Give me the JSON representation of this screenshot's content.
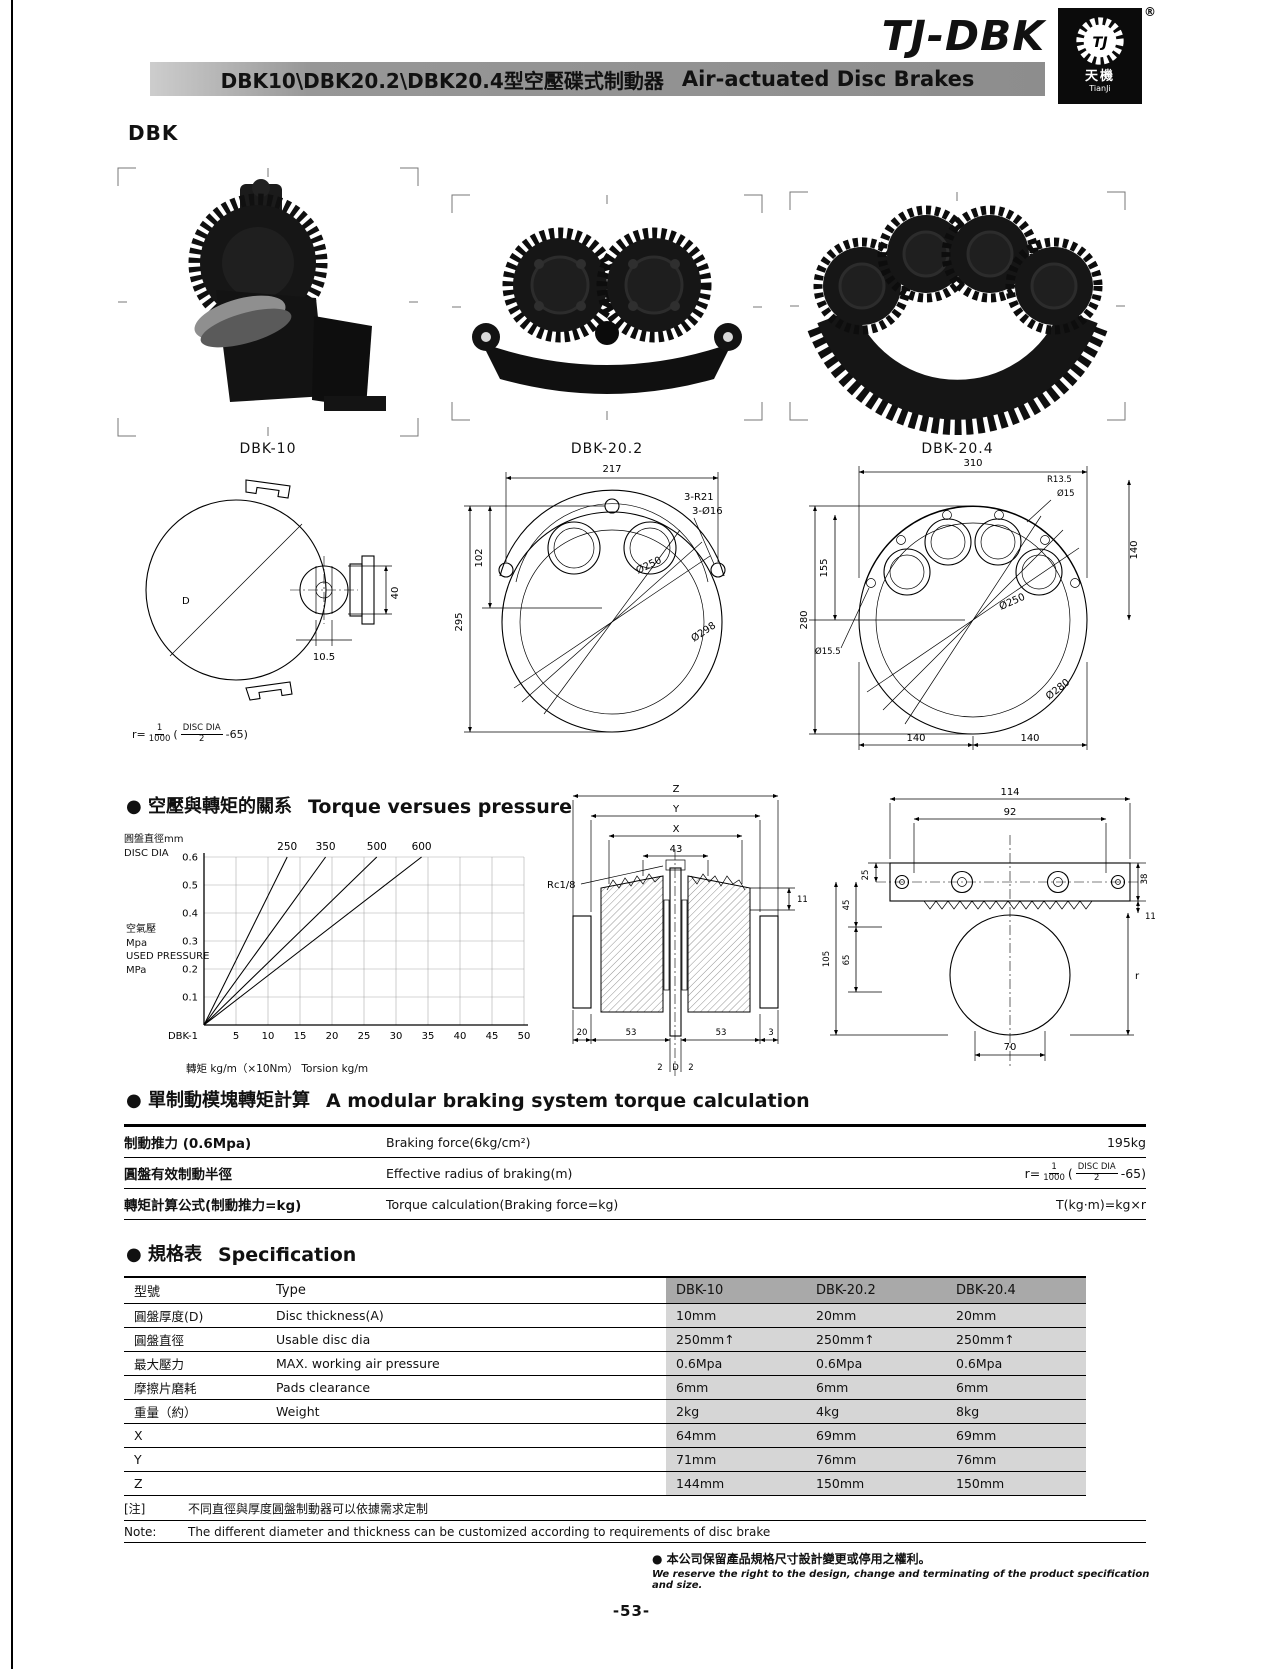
{
  "header": {
    "brand": "TJ-DBK",
    "registered": "®",
    "logo": {
      "monogram": "TJ",
      "cn": "天機",
      "en": "TianJi"
    },
    "banner_cn": "DBK10\\DBK20.2\\DBK20.4型空壓碟式制動器",
    "banner_en": "Air-actuated Disc Brakes",
    "series": "DBK"
  },
  "products": [
    {
      "name": "DBK-10"
    },
    {
      "name": "DBK-20.2"
    },
    {
      "name": "DBK-20.4"
    }
  ],
  "formula": {
    "prefix": "r=",
    "num1": "1",
    "den1": "1000",
    "open": "(",
    "num2": "DISC DIA",
    "den2": "2",
    "tail": "-65)"
  },
  "drawings": {
    "dbk10": {
      "disc_dia_label": "D",
      "dim_40": "40",
      "dim_10_5": "10.5"
    },
    "dbk202": {
      "dim_217": "217",
      "dim_295": "295",
      "dim_102": "102",
      "holes_note_1": "3-R21",
      "holes_note_2": "3-Ø16",
      "dia_inner": "Ø250",
      "dia_outer": "Ø298"
    },
    "dbk204": {
      "dim_310": "310",
      "radius_note": "R13.5",
      "hole_note": "Ø15",
      "dim_155": "155",
      "dim_280": "280",
      "dim_140_right": "140",
      "hole_note_2": "Ø15.5",
      "dia_inner": "Ø250",
      "dia_outer": "Ø280",
      "dim_140_a": "140",
      "dim_140_b": "140"
    },
    "section": {
      "dim_z": "Z",
      "dim_y": "Y",
      "dim_x": "X",
      "dim_43": "43",
      "port_note": "Rc1/8",
      "dim_11": "11",
      "dim_20": "20",
      "dim_53_a": "53",
      "dim_53_b": "53",
      "dim_3": "3",
      "dim_2_a": "2",
      "disc_label": "D",
      "dim_2_b": "2"
    },
    "bracket": {
      "dim_114": "114",
      "dim_92": "92",
      "dim_25": "25",
      "dim_38": "38",
      "dim_45": "45",
      "dim_105": "105",
      "dim_65": "65",
      "dim_11": "11",
      "dim_70": "70",
      "radius_label": "r"
    }
  },
  "torque_section": {
    "title_cn": "● 空壓與轉矩的關系",
    "title_en": "Torque versues pressure"
  },
  "chart_data": {
    "type": "line",
    "title": "Torque versues pressure",
    "legend_label_lines": [
      "圓盤直徑mm",
      "DISC DIA"
    ],
    "y_axis_label_lines": [
      "空氣壓",
      "Mpa",
      "USED PRESSURE",
      "MPa"
    ],
    "x_axis_label": "轉矩 kg/m（×10Nm） Torsion kg/m",
    "origin_label": "DBK-1",
    "xlim": [
      0,
      50
    ],
    "ylim": [
      0,
      0.6
    ],
    "x_ticks": [
      5,
      10,
      15,
      20,
      25,
      30,
      35,
      40,
      45,
      50
    ],
    "y_ticks": [
      0.1,
      0.2,
      0.3,
      0.4,
      0.5,
      0.6
    ],
    "grid": true,
    "legend_position": "top",
    "series": [
      {
        "name": "250",
        "points": [
          [
            0,
            0
          ],
          [
            13,
            0.6
          ]
        ]
      },
      {
        "name": "350",
        "points": [
          [
            0,
            0
          ],
          [
            19,
            0.6
          ]
        ]
      },
      {
        "name": "500",
        "points": [
          [
            0,
            0
          ],
          [
            27,
            0.6
          ]
        ]
      },
      {
        "name": "600",
        "points": [
          [
            0,
            0
          ],
          [
            34,
            0.6
          ]
        ]
      }
    ]
  },
  "calc_section": {
    "title_cn": "● 單制動模塊轉矩計算",
    "title_en": "A modular braking system torque calculation",
    "rows": [
      {
        "cn": "制動推力 (0.6Mpa)",
        "en": "Braking force(6kg/cm²)",
        "value": "195kg"
      },
      {
        "cn": "圓盤有效制動半徑",
        "en": "Effective radius of braking(m)",
        "value": "r=1/1000(DISC DIA/2-65)"
      },
      {
        "cn": "轉矩計算公式(制動推力=kg)",
        "en": "Torque calculation(Braking force=kg)",
        "value": "T(kg·m)=kg×r"
      }
    ]
  },
  "spec": {
    "title_cn": "● 規格表",
    "title_en": "Specification",
    "header": [
      "型號",
      "Type",
      "DBK-10",
      "DBK-20.2",
      "DBK-20.4"
    ],
    "rows": [
      [
        "圓盤厚度(D)",
        "Disc thickness(A)",
        "10mm",
        "20mm",
        "20mm"
      ],
      [
        "圓盤直徑",
        "Usable disc dia",
        "250mm↑",
        "250mm↑",
        "250mm↑"
      ],
      [
        "最大壓力",
        "MAX. working air pressure",
        "0.6Mpa",
        "0.6Mpa",
        "0.6Mpa"
      ],
      [
        "摩擦片磨耗",
        "Pads clearance",
        "6mm",
        "6mm",
        "6mm"
      ],
      [
        "重量（約）",
        "Weight",
        "2kg",
        "4kg",
        "8kg"
      ],
      [
        "X",
        "",
        "64mm",
        "69mm",
        "69mm"
      ],
      [
        "Y",
        "",
        "71mm",
        "76mm",
        "76mm"
      ],
      [
        "Z",
        "",
        "144mm",
        "150mm",
        "150mm"
      ]
    ]
  },
  "notes": {
    "cn_tag": "[注]",
    "cn_text": "不同直徑與厚度圓盤制動器可以依據需求定制",
    "en_tag": "Note:",
    "en_text": "The different diameter and thickness can be customized according to requirements of disc brake"
  },
  "footer": {
    "cn": "● 本公司保留產品規格尺寸設計變更或停用之權利。",
    "en": "We reserve the right to the design, change and terminating of the product specification and size.",
    "page_number": "-53-"
  }
}
